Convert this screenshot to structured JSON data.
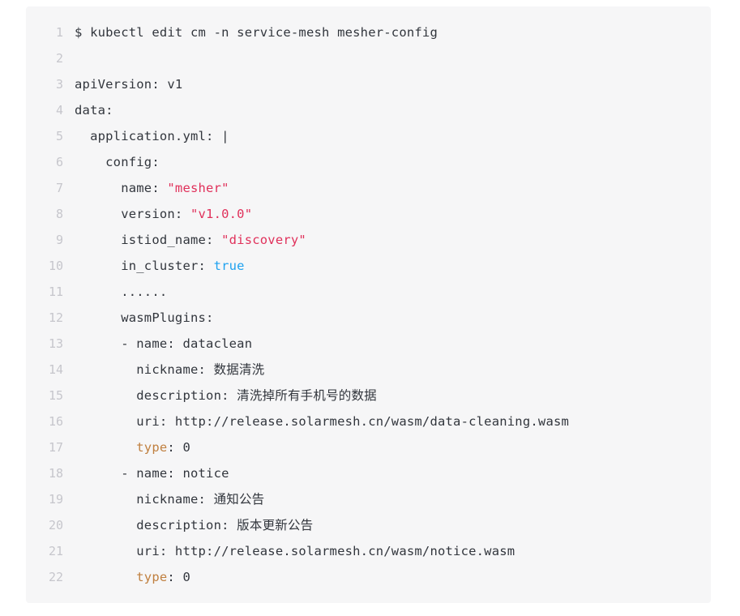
{
  "code_block": {
    "language": "yaml",
    "background_color": "#f6f6f7",
    "gutter_color": "#c6c6cc",
    "text_color": "#32363d",
    "string_color": "#e0315b",
    "boolean_color": "#1fa2f0",
    "highlight_key_color": "#c08040",
    "lines": [
      {
        "number": "1",
        "tokens": [
          {
            "text": "$ kubectl edit cm -n service-mesh mesher-config",
            "type": "plain"
          }
        ]
      },
      {
        "number": "2",
        "tokens": [
          {
            "text": "",
            "type": "plain"
          }
        ]
      },
      {
        "number": "3",
        "tokens": [
          {
            "text": "apiVersion: v1",
            "type": "plain"
          }
        ]
      },
      {
        "number": "4",
        "tokens": [
          {
            "text": "data:",
            "type": "plain"
          }
        ]
      },
      {
        "number": "5",
        "tokens": [
          {
            "text": "  application.yml: |",
            "type": "plain"
          }
        ]
      },
      {
        "number": "6",
        "tokens": [
          {
            "text": "    config:",
            "type": "plain"
          }
        ]
      },
      {
        "number": "7",
        "tokens": [
          {
            "text": "      name: ",
            "type": "plain"
          },
          {
            "text": "\"mesher\"",
            "type": "string"
          }
        ]
      },
      {
        "number": "8",
        "tokens": [
          {
            "text": "      version: ",
            "type": "plain"
          },
          {
            "text": "\"v1.0.0\"",
            "type": "string"
          }
        ]
      },
      {
        "number": "9",
        "tokens": [
          {
            "text": "      istiod_name: ",
            "type": "plain"
          },
          {
            "text": "\"discovery\"",
            "type": "string"
          }
        ]
      },
      {
        "number": "10",
        "tokens": [
          {
            "text": "      in_cluster: ",
            "type": "plain"
          },
          {
            "text": "true",
            "type": "bool"
          }
        ]
      },
      {
        "number": "11",
        "tokens": [
          {
            "text": "      ......",
            "type": "plain"
          }
        ]
      },
      {
        "number": "12",
        "tokens": [
          {
            "text": "      wasmPlugins:",
            "type": "plain"
          }
        ]
      },
      {
        "number": "13",
        "tokens": [
          {
            "text": "      - name: dataclean",
            "type": "plain"
          }
        ]
      },
      {
        "number": "14",
        "tokens": [
          {
            "text": "        nickname: 数据清洗",
            "type": "plain"
          }
        ]
      },
      {
        "number": "15",
        "tokens": [
          {
            "text": "        description: 清洗掉所有手机号的数据",
            "type": "plain"
          }
        ]
      },
      {
        "number": "16",
        "tokens": [
          {
            "text": "        uri: http://release.solarmesh.cn/wasm/data-cleaning.wasm",
            "type": "plain"
          }
        ]
      },
      {
        "number": "17",
        "tokens": [
          {
            "text": "        ",
            "type": "plain"
          },
          {
            "text": "type",
            "type": "key-hl"
          },
          {
            "text": ": 0",
            "type": "plain"
          }
        ]
      },
      {
        "number": "18",
        "tokens": [
          {
            "text": "      - name: notice",
            "type": "plain"
          }
        ]
      },
      {
        "number": "19",
        "tokens": [
          {
            "text": "        nickname: 通知公告",
            "type": "plain"
          }
        ]
      },
      {
        "number": "20",
        "tokens": [
          {
            "text": "        description: 版本更新公告",
            "type": "plain"
          }
        ]
      },
      {
        "number": "21",
        "tokens": [
          {
            "text": "        uri: http://release.solarmesh.cn/wasm/notice.wasm",
            "type": "plain"
          }
        ]
      },
      {
        "number": "22",
        "tokens": [
          {
            "text": "        ",
            "type": "plain"
          },
          {
            "text": "type",
            "type": "key-hl"
          },
          {
            "text": ": 0",
            "type": "plain"
          }
        ]
      }
    ]
  }
}
